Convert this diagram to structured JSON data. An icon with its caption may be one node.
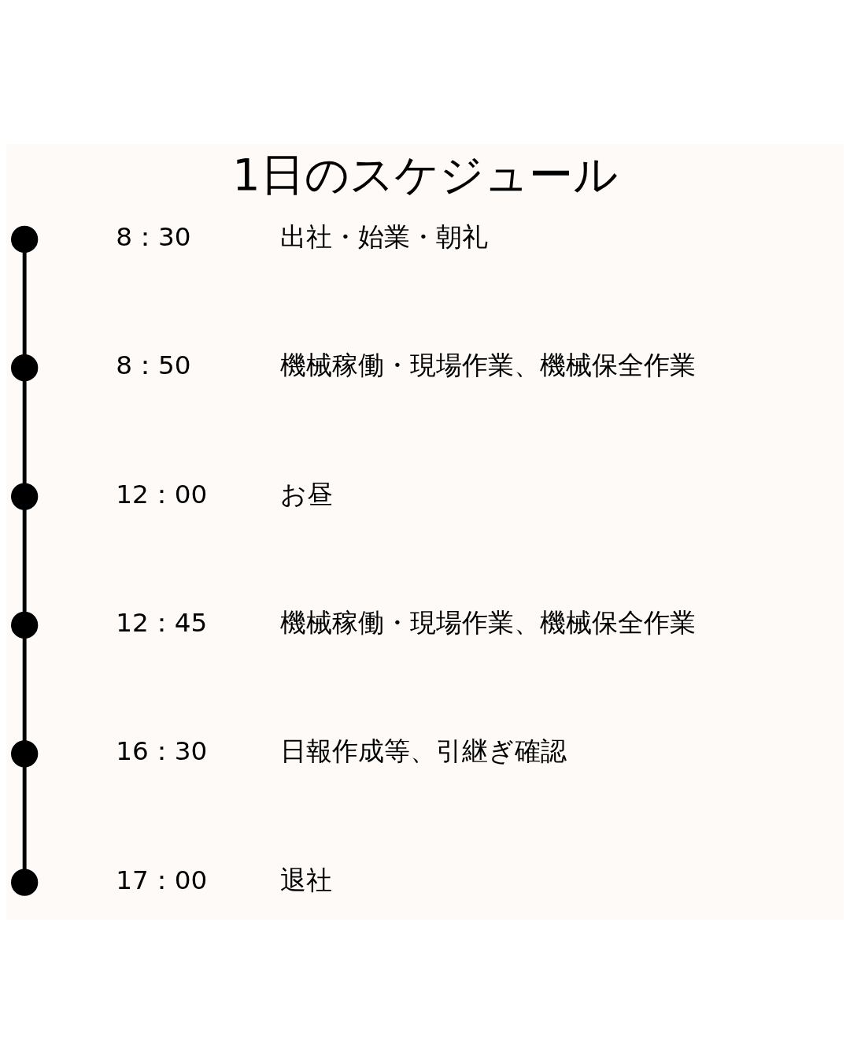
{
  "diagram": {
    "title": "1日のスケジュール",
    "nodes": [
      {
        "text": [],
        "shape": "circle",
        "beside": [
          "8：30",
          "出社・始業・朝礼"
        ]
      },
      {
        "text": [],
        "shape": "circle",
        "beside": [
          "8：50",
          "機械稼働・現場作業、機械保全作業"
        ]
      },
      {
        "text": [],
        "shape": "circle",
        "beside": [
          "12：00",
          "お昼"
        ]
      },
      {
        "text": [],
        "shape": "circle",
        "beside": [
          "12：45",
          "機械稼働・現場作業、機械保全作業"
        ]
      },
      {
        "text": [],
        "shape": "circle",
        "beside": [
          "16：30",
          "日報作成等、引継ぎ確認"
        ]
      },
      {
        "text": [],
        "shape": "circle",
        "beside": [
          "17：00",
          "退社"
        ]
      }
    ],
    "edges": [
      {
        "from": 0,
        "to": 1,
        "arrow": "none"
      },
      {
        "from": 1,
        "to": 2,
        "arrow": "none"
      },
      {
        "from": 2,
        "to": 3,
        "arrow": "none"
      },
      {
        "from": 3,
        "to": 4,
        "arrow": "none"
      },
      {
        "from": 4,
        "to": 5,
        "arrow": "none"
      }
    ]
  }
}
